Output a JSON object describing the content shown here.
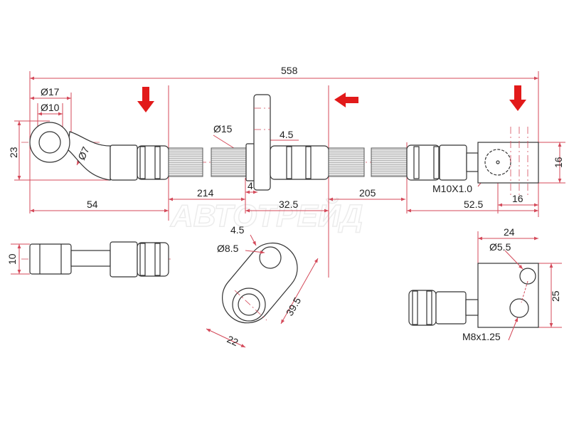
{
  "watermark": "АВТОТРЕЙД",
  "colors": {
    "dimension": "#d44a5a",
    "arrow": "#e21a1a",
    "outline": "#333333"
  },
  "dimensions": {
    "overall_length": "558",
    "eye_outer_dia": "Ø17",
    "eye_inner_dia": "Ø10",
    "eye_height": "23",
    "stem_dia": "Ø7",
    "eye_to_hose": "54",
    "hose_section_1": "214",
    "bracket_washer_dia": "Ø15",
    "bracket_thickness": "4.5",
    "washer_thickness": "4",
    "bracket_to_mid": "32.5",
    "hose_section_2": "205",
    "end_fitting_length": "52.5",
    "end_block_length": "16",
    "end_block_height": "16",
    "thread": "M10X1.0",
    "fitting_width": "10",
    "plate_offset": "4.5",
    "plate_hole_dia": "Ø8.5",
    "plate_length": "39.5",
    "plate_width": "22",
    "block_width": "24",
    "block_hole_dia": "Ø5.5",
    "block_height": "25",
    "block_thread": "M8x1.25"
  },
  "icons": [
    "arrow-down-icon",
    "arrow-left-icon",
    "arrow-down-icon"
  ]
}
